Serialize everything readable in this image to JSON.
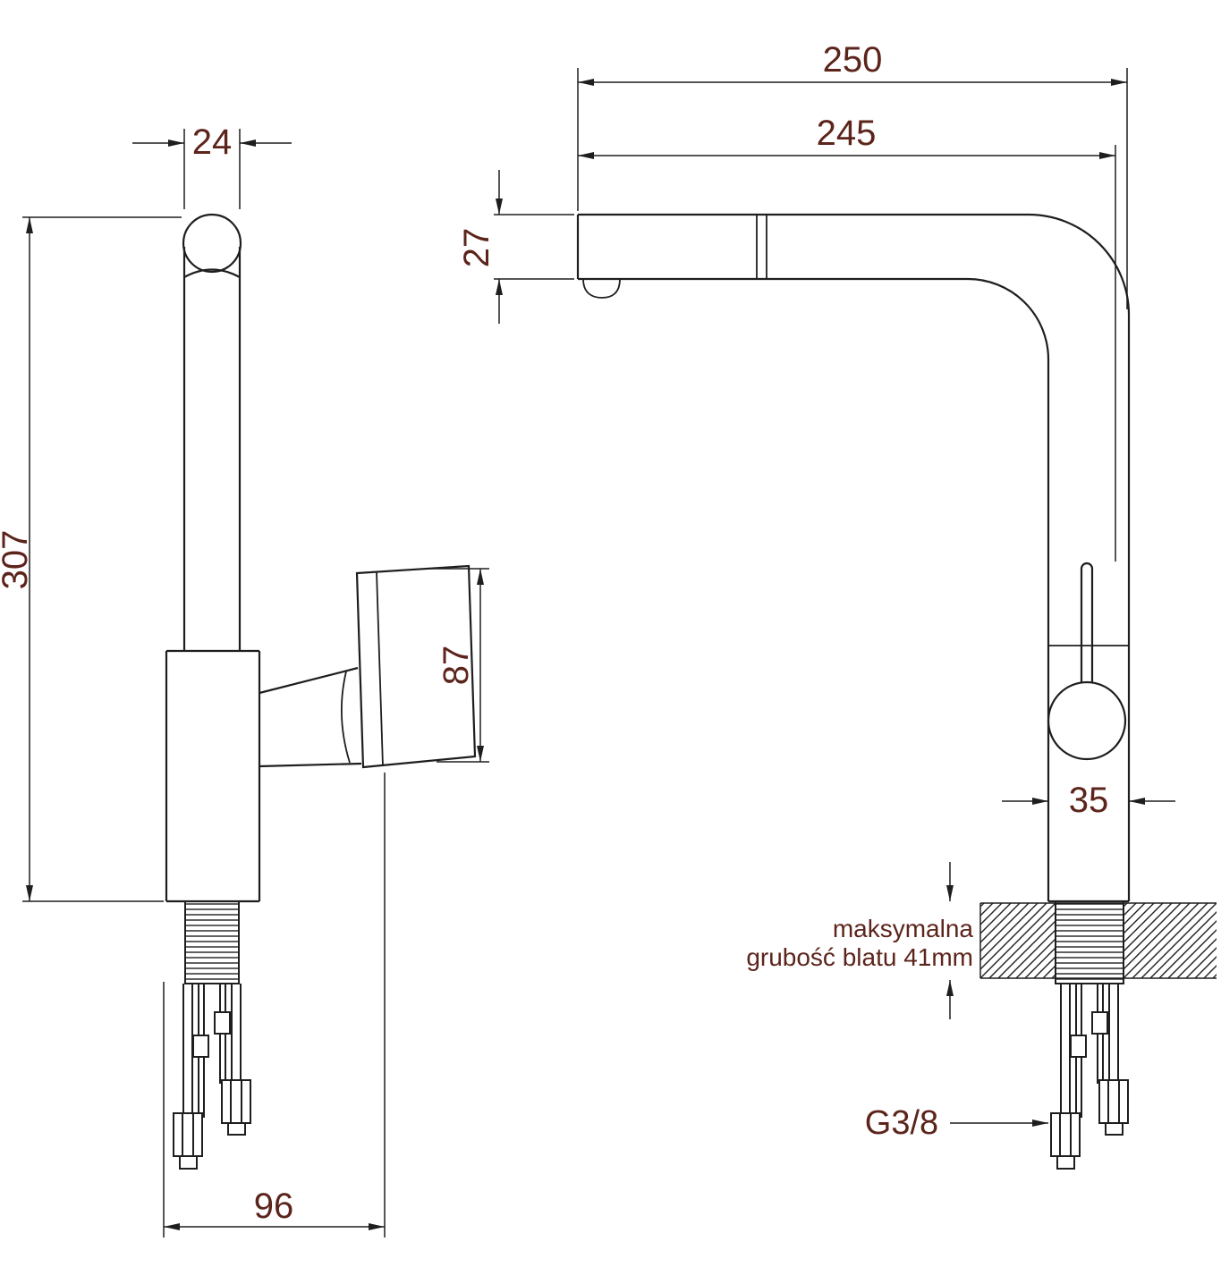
{
  "drawing": {
    "subject": "kitchen-faucet-technical-dimension-drawing",
    "colors": {
      "line": "#1e1e1e",
      "dimension_text": "#5c241b",
      "background": "#ffffff"
    },
    "views": {
      "side": {
        "name": "side-view",
        "dims": {
          "spout_tube_width": "24",
          "total_height": "307",
          "handle_length": "87",
          "base_depth": "96"
        }
      },
      "front": {
        "name": "front-view",
        "dims": {
          "overall_reach": "250",
          "spout_reach": "245",
          "spout_tube_height": "27",
          "body_width": "35"
        },
        "countertop_note": {
          "line1": "maksymalna",
          "line2": "grubość blatu 41mm"
        },
        "thread_size": "G3/8"
      }
    }
  }
}
